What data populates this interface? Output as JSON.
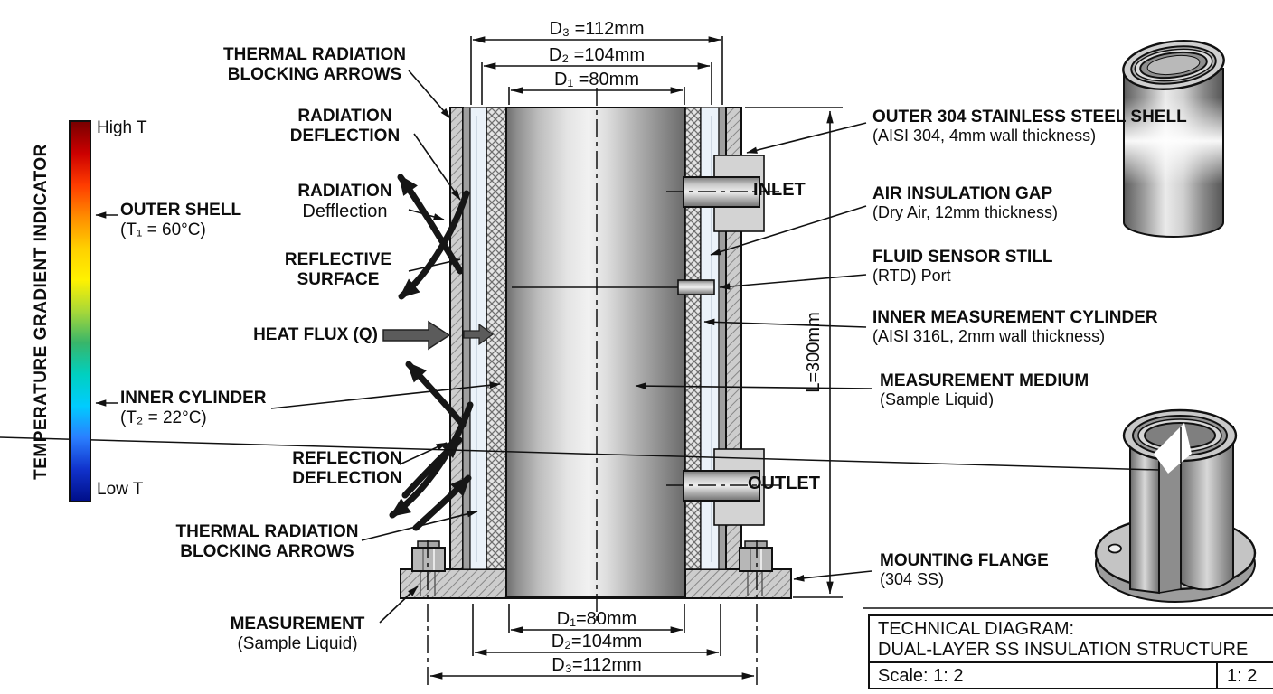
{
  "diagram": {
    "gradient_indicator": {
      "title": "TEMPERATURE GRADIENT INDICATOR",
      "high_label": "High T",
      "low_label": "Low T",
      "colors_top_to_bottom": [
        "#7a0000",
        "#cc0000",
        "#ff3c00",
        "#ff8c00",
        "#ffd000",
        "#fff200",
        "#a8d838",
        "#38b56a",
        "#00d0c0",
        "#00ccff",
        "#2a7fff",
        "#1133cc",
        "#000f8a"
      ]
    },
    "left_labels": {
      "thermal_radiation_top_1": "THERMAL RADIATION",
      "thermal_radiation_top_2": "BLOCKING ARROWS",
      "radiation_deflection_1": "RADIATION",
      "radiation_deflection_2": "DEFLECTION",
      "radiation_defflection_1": "RADIATION",
      "radiation_defflection_2": "Defflection",
      "outer_shell_1": "OUTER SHELL",
      "outer_shell_2": "(T₁ = 60°C)",
      "reflective_surface_1": "REFLECTIVE",
      "reflective_surface_2": "SURFACE",
      "heat_flux": "HEAT FLUX (Q)",
      "inner_cylinder_1": "INNER CYLINDER",
      "inner_cylinder_2": "(T₂ = 22°C)",
      "reflection_deflection_1": "REFLECTION",
      "reflection_deflection_2": "DEFLECTION",
      "thermal_radiation_bottom_1": "THERMAL RADIATION",
      "thermal_radiation_bottom_2": "BLOCKING ARROWS",
      "measurement_1": "MEASUREMENT",
      "measurement_2": "(Sample Liquid)"
    },
    "right_labels": [
      {
        "title": "OUTER 304 STAINLESS STEEL SHELL",
        "subtitle": "(AISI 304, 4mm wall thickness)"
      },
      {
        "title": "AIR INSULATION GAP",
        "subtitle": "(Dry Air, 12mm thickness)"
      },
      {
        "title": "FLUID SENSOR STILL",
        "subtitle": "(RTD) Port"
      },
      {
        "title": "INNER MEASUREMENT CYLINDER",
        "subtitle": "(AISI 316L, 2mm wall thickness)"
      },
      {
        "title": "MEASUREMENT MEDIUM",
        "subtitle": "(Sample Liquid)"
      },
      {
        "title": "MOUNTING FLANGE",
        "subtitle": "(304 SS)"
      }
    ],
    "ports": {
      "inlet": "INLET",
      "outlet": "OUTLET"
    },
    "dimensions": {
      "top_d3": "D₃ =112mm",
      "top_d2": "D₂ =104mm",
      "top_d1": "D₁ =80mm",
      "bottom_d1": "D₁=80mm",
      "bottom_d2": "D₂=104mm",
      "bottom_d3": "D₃=112mm",
      "length": "L=300mm"
    },
    "title_block": {
      "line1": "TECHNICAL DIAGRAM:",
      "line2": "DUAL-LAYER SS INSULATION STRUCTURE",
      "scale": "Scale: 1: 2",
      "ratio": "1: 2"
    }
  }
}
